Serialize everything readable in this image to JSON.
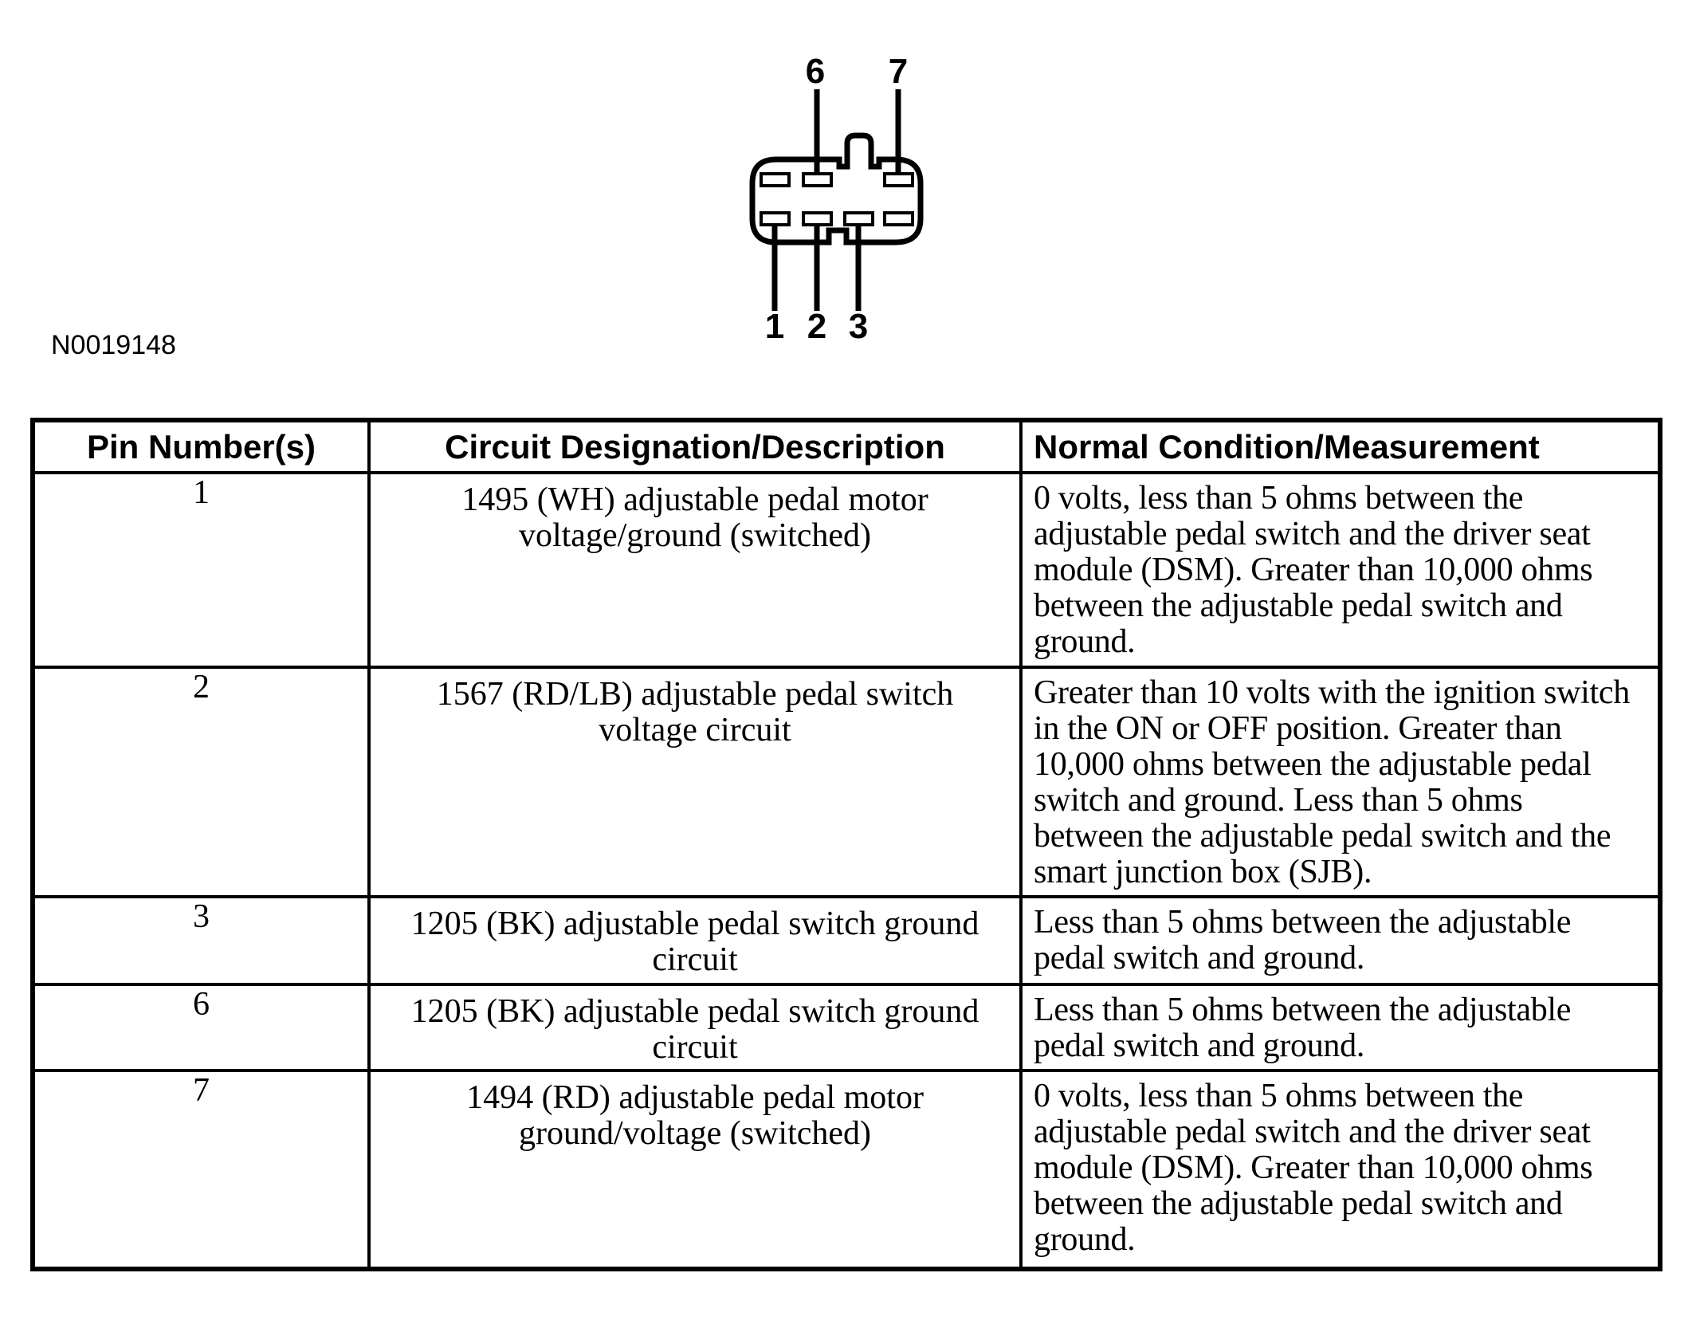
{
  "page": {
    "paper_color": "#ffffff",
    "ink_color": "#000000"
  },
  "figure": {
    "id_label": "N0019148",
    "connector": {
      "top_pin_labels": [
        "6",
        "7"
      ],
      "bottom_pin_labels": [
        "1",
        "2",
        "3"
      ]
    }
  },
  "table": {
    "headers": [
      "Pin Number(s)",
      "Circuit Designation/Description",
      "Normal Condition/Measurement"
    ],
    "rows": [
      {
        "pin": "1",
        "circuit": "1495 (WH) adjustable pedal motor\nvoltage/ground (switched)",
        "normal": "0 volts, less than 5 ohms between the\nadjustable pedal switch and the driver seat\nmodule (DSM). Greater than 10,000 ohms\nbetween the adjustable pedal switch and\nground."
      },
      {
        "pin": "2",
        "circuit": "1567 (RD/LB) adjustable pedal switch\nvoltage circuit",
        "normal": "Greater than 10 volts with the ignition switch\nin the ON or OFF position. Greater than\n10,000 ohms between the adjustable pedal\nswitch and ground. Less than 5 ohms\nbetween the adjustable pedal switch and the\nsmart junction box (SJB)."
      },
      {
        "pin": "3",
        "circuit": "1205 (BK) adjustable pedal switch ground\ncircuit",
        "normal": "Less than 5 ohms between the adjustable\npedal switch and ground."
      },
      {
        "pin": "6",
        "circuit": "1205 (BK) adjustable pedal switch ground\ncircuit",
        "normal": "Less than 5 ohms between the adjustable\npedal switch and ground."
      },
      {
        "pin": "7",
        "circuit": "1494 (RD) adjustable pedal motor\nground/voltage (switched)",
        "normal": "0 volts, less than 5 ohms between the\nadjustable pedal switch and the driver seat\nmodule (DSM). Greater than 10,000 ohms\nbetween the adjustable pedal switch and\nground."
      }
    ]
  }
}
